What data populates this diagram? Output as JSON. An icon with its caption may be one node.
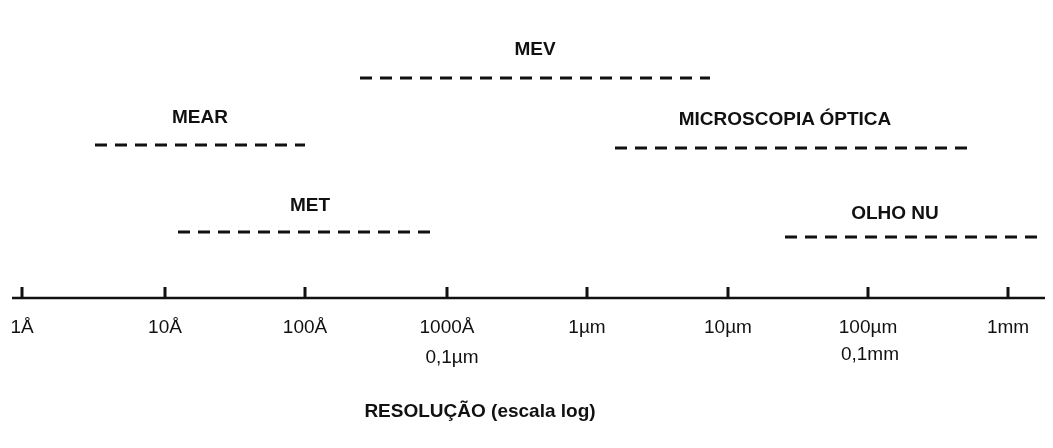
{
  "diagram": {
    "labels": [
      "MEV",
      "MEAR",
      "MICROSCOPIA ÓPTICA",
      "MET",
      "OLHO NU",
      "1Å",
      "10Å",
      "100Å",
      "1000Å",
      "1µm",
      "10µm",
      "100µm",
      "1mm",
      "0,1µm",
      "0,1mm",
      "RESOLUÇÃO (escala log)"
    ]
  }
}
